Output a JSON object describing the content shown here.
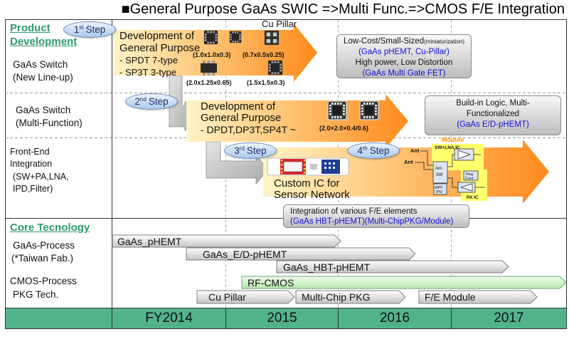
{
  "title": "■General Purpose GaAs SWIC =>Multi Func.=>CMOS F/E Integration",
  "colors": {
    "heading_green": "#2e9b6a",
    "note_blue": "#1414d8",
    "arrow_orange": "#ff8a1c",
    "timeline_green": "#52b38a",
    "module_label_orange": "#ff9a00",
    "rf_cmos_green": "#c8f0c0"
  },
  "sidebar": {
    "product_development": {
      "line1": "Product",
      "line2": "Development"
    },
    "gaas_switch_new": {
      "line1": "GaAs Switch",
      "line2": "(New Line-up)"
    },
    "gaas_switch_multi": {
      "line1": "GaAs Switch",
      "line2": "(Multi-Function)"
    },
    "front_end": {
      "line1": "Front-End",
      "line2": "Integration",
      "line3": "(SW+PA,LNA,",
      "line4": "IPD,Filter)"
    },
    "core_technology": "Core Tecnology",
    "gaas_process": {
      "line1": "GaAs-Process",
      "line2": "(*Taiwan Fab.)"
    },
    "cmos_process": "CMOS-Process",
    "pkg_tech": "PKG Tech."
  },
  "steps": [
    {
      "num": "1",
      "suffix": "st",
      "label": "Step"
    },
    {
      "num": "2",
      "suffix": "nd",
      "label": "Step"
    },
    {
      "num": "3",
      "suffix": "rd",
      "label": "Step"
    },
    {
      "num": "4",
      "suffix": "th",
      "label": "Step"
    }
  ],
  "step1": {
    "heading1": "Development of",
    "heading2": "General Purpose",
    "items": [
      "- SPDT 7-type",
      "- SP3T 3-type"
    ],
    "cu_pillar_label": "Cu Pillar",
    "package_sizes": [
      "(1.0x1.0x0.3)",
      "(0.7x0.5x0.25)",
      "(2.0x1.25x0.65)",
      "(1.5x1.5x0.3)"
    ],
    "note": {
      "line1": "Low-Cost/Small-Sized",
      "line1_small": "(miniaturization)",
      "line2": "(GaAs pHEMT, Cu-Pillar)",
      "line3": "High power, Low Distortion",
      "line4": "(GaAs Multi Gate FET)"
    }
  },
  "step2": {
    "heading1": "Development of",
    "heading2": "General Purpose",
    "items": [
      "- DPDT,DP3T,SP4T ~"
    ],
    "package_size": "(2.0×2.0×0.4/0.6)",
    "note": {
      "line1": "Build-in Logic, Multi-",
      "line2": "Functionalized",
      "line3": "(GaAs E/D-pHEMT)"
    }
  },
  "step3": {
    "heading1": "Custom IC for",
    "heading2": "Sensor Network"
  },
  "step4": {
    "module": {
      "title1": "RF Front-End",
      "title2": "Module",
      "sw_lna_ic": "SW+LNA IC",
      "pa_ic": "PA IC",
      "ant_1": "Ant",
      "ant_2": "Ant",
      "ant_sw_1": "Ant",
      "ant_sw_2": "SW",
      "reg_1": "Reg",
      "reg_2": "Cont",
      "filter_1": "BPF",
      "filter_2": "IPD"
    },
    "note": {
      "line1": "Integration of various F/E elements",
      "line2": "(GaAs HBT-pHEMT)(Multi-ChipPKG/Module)"
    }
  },
  "core_technology": {
    "gaas_process": [
      "GaAs_pHEMT",
      "GaAs_E/D-pHEMT",
      "GaAs_HBT-pHEMT"
    ],
    "cmos_process": [
      "RF-CMOS"
    ],
    "pkg_tech": [
      "Cu Pillar",
      "Multi-Chip PKG",
      "F/E Module"
    ]
  },
  "timeline": [
    "FY2014",
    "2015",
    "2016",
    "2017"
  ]
}
